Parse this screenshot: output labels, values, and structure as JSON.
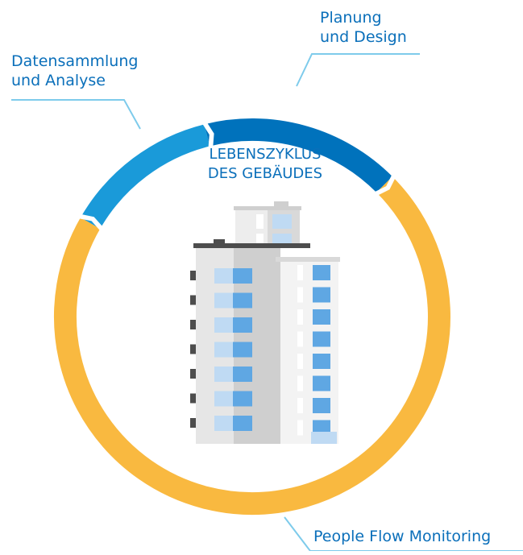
{
  "diagram": {
    "center_title": [
      "LEBENSZYKLUS",
      "DES GEBÄUDES"
    ],
    "stages": [
      {
        "id": "planning",
        "lines": [
          "Planung",
          "und Design"
        ],
        "color": "#0072bc"
      },
      {
        "id": "data",
        "lines": [
          "Datensammlung",
          "und Analyse"
        ],
        "color": "#1a9ad9"
      },
      {
        "id": "people",
        "lines": [
          "People Flow Monitoring"
        ],
        "color": "#f9b940"
      }
    ],
    "colors": {
      "text": "#0a6fba",
      "leader_line": "#7ecbeb",
      "building_light_gray": "#e6e6e6",
      "building_mid_gray": "#cfcfcf",
      "building_dark": "#4d4d4d",
      "window_light": "#bfdaf3",
      "window_blue": "#5fa7e3"
    }
  }
}
